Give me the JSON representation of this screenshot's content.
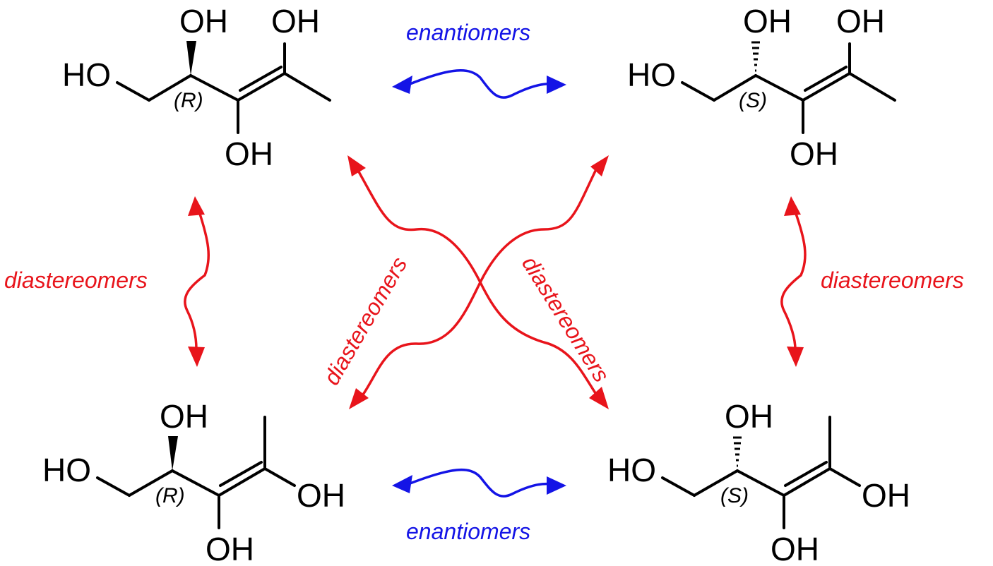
{
  "colors": {
    "enantiomer_arrow": "#1414e6",
    "diastereomer_arrow": "#e8141b",
    "structure": "#000000"
  },
  "molecules": [
    {
      "position": "top-left",
      "labels": {
        "oh_top_left": "OH",
        "oh_top_right": "OH",
        "ho_left": "HO",
        "oh_bottom": "OH"
      },
      "configuration": "(R)",
      "stereo_bond": "wedge"
    },
    {
      "position": "top-right",
      "labels": {
        "oh_top_left": "OH",
        "oh_top_right": "OH",
        "ho_left": "HO",
        "oh_bottom": "OH"
      },
      "configuration": "(S)",
      "stereo_bond": "hash"
    },
    {
      "position": "bottom-left",
      "labels": {
        "oh_top": "OH",
        "ho_left": "HO",
        "oh_right": "OH",
        "oh_bottom": "OH"
      },
      "configuration": "(R)",
      "stereo_bond": "wedge"
    },
    {
      "position": "bottom-right",
      "labels": {
        "oh_top": "OH",
        "ho_left": "HO",
        "oh_right": "OH",
        "oh_bottom": "OH"
      },
      "configuration": "(S)",
      "stereo_bond": "hash"
    }
  ],
  "relations": {
    "top": "enantiomers",
    "bottom": "enantiomers",
    "left": "diastereomers",
    "right": "diastereomers",
    "diagonal_left": "diastereomers",
    "diagonal_right": "diastereomers"
  }
}
